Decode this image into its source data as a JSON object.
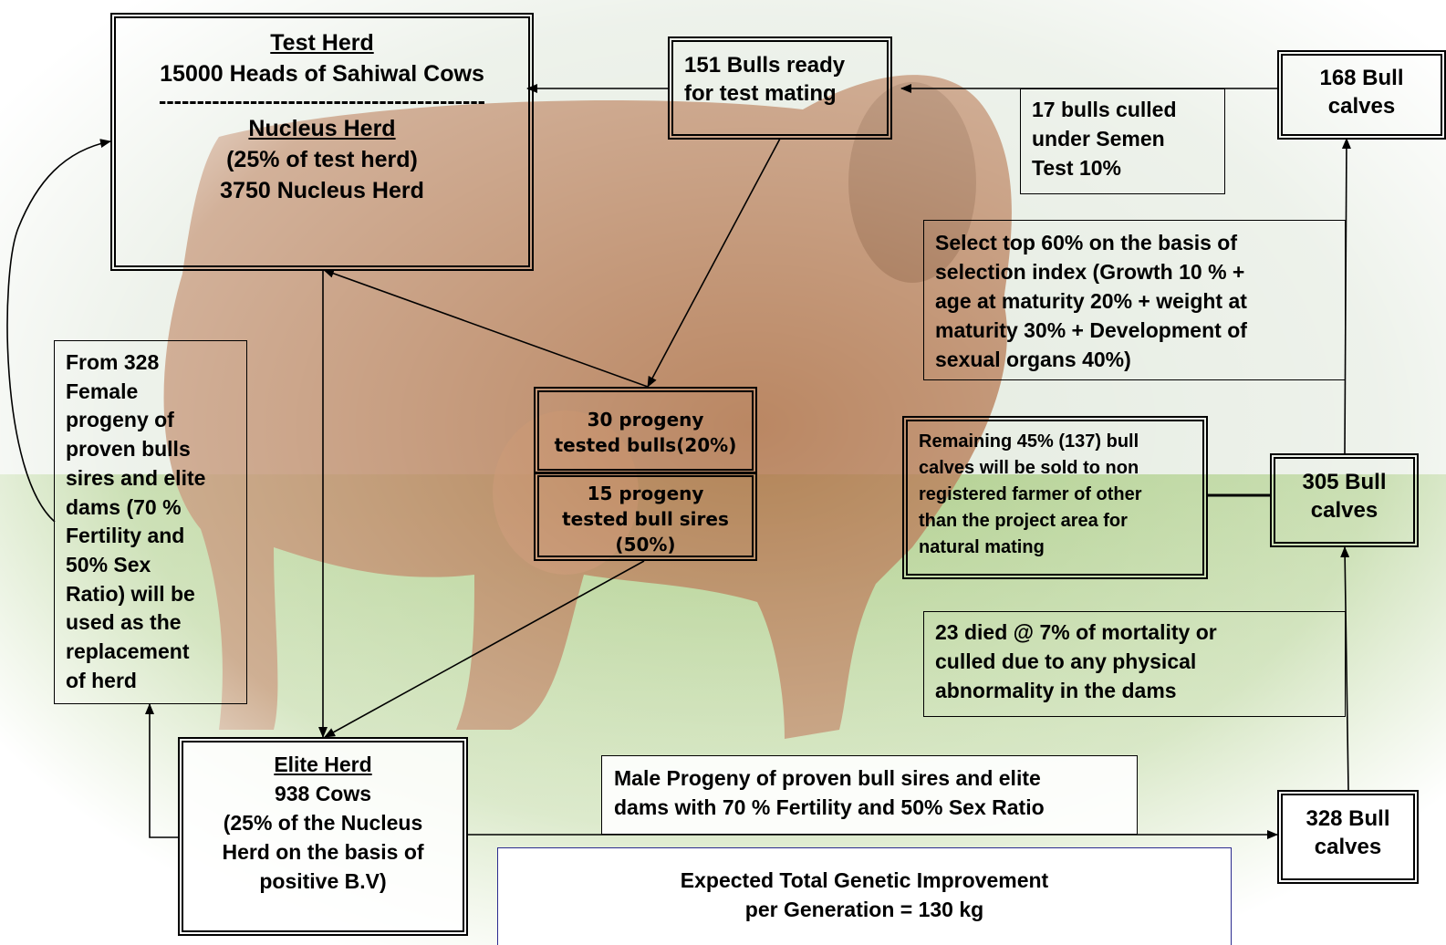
{
  "test_herd": {
    "title": "Test Herd",
    "line1": "15000 Heads of Sahiwal Cows",
    "divider": "-------------------------------------------",
    "nucleus_title": "Nucleus Herd",
    "line2": "(25% of test herd)",
    "line3": "3750 Nucleus Herd"
  },
  "bulls_ready": {
    "line1": "151 Bulls ready",
    "line2": "for test mating"
  },
  "bull_calves_168": {
    "line1": "168 Bull",
    "line2": "calves"
  },
  "culled_semen": {
    "line1": "17 bulls culled",
    "line2": "under Semen",
    "line3": "Test  10%"
  },
  "select_top": {
    "line1": "Select top 60% on the basis of",
    "line2": "selection index (Growth 10 % +",
    "line3": "age at maturity 20% + weight at",
    "line4": "maturity 30% + Development of",
    "line5": "sexual organs 40%)"
  },
  "female_progeny": {
    "lines": [
      "From 328",
      "Female",
      "progeny of",
      "proven bulls",
      "sires and elite",
      "dams (70 %",
      "Fertility and",
      "50% Sex",
      "Ratio) will be",
      "used as the",
      "replacement",
      "of herd"
    ]
  },
  "progeny_tested": {
    "line1": "30 progeny",
    "line2": "tested bulls(20%)"
  },
  "bull_sires": {
    "line1": "15 progeny",
    "line2": "tested bull sires",
    "line3": "(50%)"
  },
  "remaining": {
    "line1": "Remaining 45% (137)  bull",
    "line2": "calves will be sold to non",
    "line3": "registered farmer of other",
    "line4": "than the project area for",
    "line5": "natural mating"
  },
  "bull_calves_305": {
    "line1": "305 Bull",
    "line2": "calves"
  },
  "died": {
    "line1": "23 died @ 7% of mortality or",
    "line2": "culled due to any physical",
    "line3": "abnormality in the dams"
  },
  "elite_herd": {
    "title": "Elite Herd",
    "line1": "938 Cows",
    "line2": "(25% of the Nucleus",
    "line3": "Herd on the basis of",
    "line4": "positive B.V)"
  },
  "male_progeny": {
    "line1": "Male Progeny of proven bull sires and elite",
    "line2": "dams with 70 % Fertility and 50% Sex Ratio"
  },
  "bull_calves_328": {
    "line1": "328 Bull",
    "line2": "calves"
  },
  "genetic": {
    "line1": "Expected Total Genetic Improvement",
    "line2": "per Generation    = 130 kg"
  },
  "colors": {
    "border_blue": "#2b2b8f",
    "cow": "#b07a55",
    "grass": "#7fb05a"
  }
}
